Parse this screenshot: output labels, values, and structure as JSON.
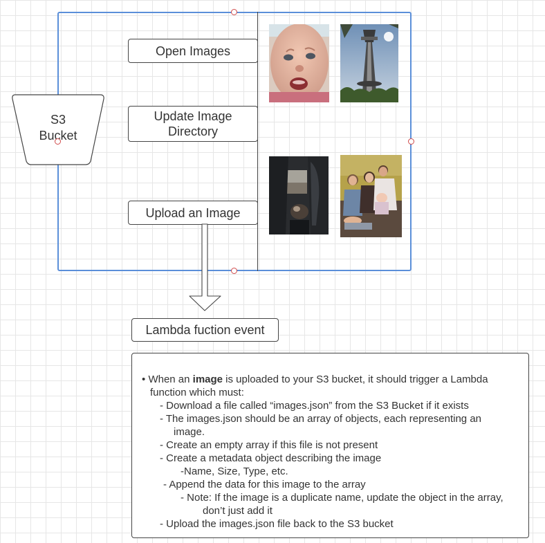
{
  "buttons": {
    "open_images": "Open Images",
    "update_dir_line1": "Update Image",
    "update_dir_line2": "Directory",
    "upload_image": "Upload an Image"
  },
  "s3": {
    "line1": "S3",
    "line2": "Bucket"
  },
  "lambda_event": "Lambda fuction event",
  "notes": {
    "bullet": "•",
    "intro_pre": "When an ",
    "intro_bold": "image",
    "intro_post": " is uploaded to your S3 bucket, it should trigger a Lambda",
    "intro_line2": "function which must:",
    "step1": "- Download a file called “images.json” from the S3 Bucket if it exists",
    "step2_line1": "- The images.json should be an array of objects, each representing an",
    "step2_line2": "image.",
    "step3": "- Create an empty array if this file is not present",
    "step4": "- Create a metadata object describing the image",
    "step4_sub": "-Name, Size, Type, etc.",
    "step5": "- Append the data for this image to the array",
    "step5_note_line1": "- Note: If the image is a duplicate name, update the object in the array,",
    "step5_note_line2": "don’t just add it",
    "step6": "- Upload the images.json file back to the S3 bucket"
  },
  "photos": [
    {
      "subject": "baby-face-photo"
    },
    {
      "subject": "space-needle-photo"
    },
    {
      "subject": "car-interior-dog-photo"
    },
    {
      "subject": "family-photo"
    }
  ],
  "colors": {
    "selection_border": "#5b8fd9",
    "handle": "#d04a4a",
    "grid": "#e6e6e6"
  }
}
